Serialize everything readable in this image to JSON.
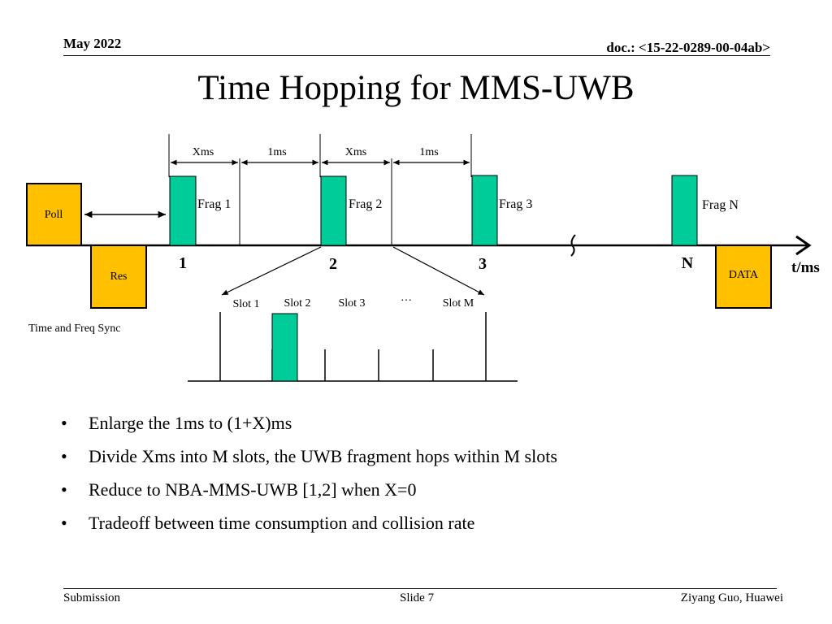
{
  "header": {
    "date": "May 2022",
    "doc": "doc.: <15-22-0289-00-04ab>"
  },
  "title": "Time Hopping for MMS-UWB",
  "diagram": {
    "top_intervals": [
      "Xms",
      "1ms",
      "Xms",
      "1ms"
    ],
    "poll_label": "Poll",
    "res_label": "Res",
    "data_label": "DATA",
    "fragments": [
      "Frag 1",
      "Frag 2",
      "Frag 3",
      "Frag N"
    ],
    "fragment_numbers": [
      "1",
      "2",
      "3",
      "N"
    ],
    "axis_label": "t/ms",
    "sync_label": "Time and Freq Sync",
    "slots": [
      "Slot 1",
      "Slot 2",
      "Slot 3",
      "···",
      "Slot M"
    ],
    "colors": {
      "box_orange": "#FFC000",
      "frag_green": "#00CC99"
    }
  },
  "bullets": [
    "Enlarge the 1ms to (1+X)ms",
    "Divide Xms into M slots, the UWB fragment hops within M slots",
    "Reduce to NBA-MMS-UWB [1,2] when X=0",
    "Tradeoff between time consumption and collision rate"
  ],
  "bullet_glyph": "•",
  "footer": {
    "left": "Submission",
    "center": "Slide 7",
    "right": "Ziyang Guo, Huawei"
  }
}
